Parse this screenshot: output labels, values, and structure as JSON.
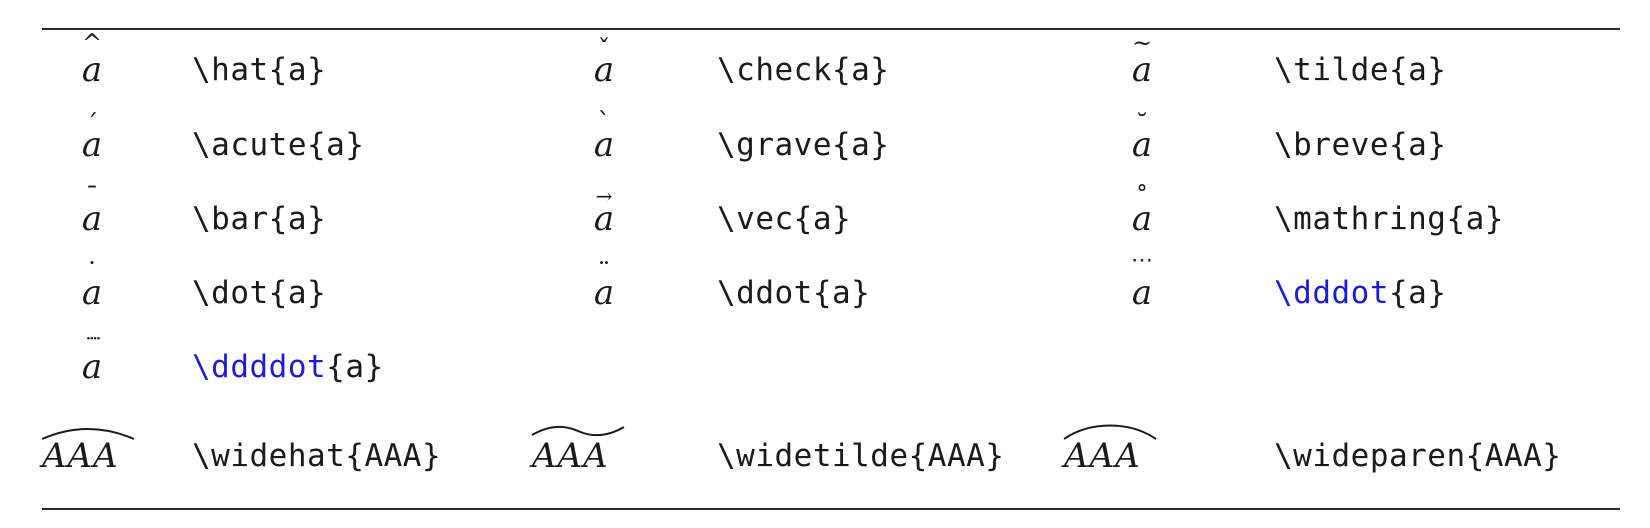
{
  "rows": [
    [
      {
        "symbol": "â",
        "base": "a",
        "accent": "hat",
        "cmd_prefix": "",
        "cmd_kw": "",
        "cmd": "\\hat{a}"
      },
      {
        "symbol": "ǎ",
        "base": "a",
        "accent": "check",
        "cmd_prefix": "",
        "cmd_kw": "",
        "cmd": "\\check{a}"
      },
      {
        "symbol": "ã",
        "base": "a",
        "accent": "tilde",
        "cmd_prefix": "",
        "cmd_kw": "",
        "cmd": "\\tilde{a}"
      }
    ],
    [
      {
        "symbol": "á",
        "base": "a",
        "accent": "acute",
        "cmd": "\\acute{a}"
      },
      {
        "symbol": "à",
        "base": "a",
        "accent": "grave",
        "cmd": "\\grave{a}"
      },
      {
        "symbol": "ă",
        "base": "a",
        "accent": "breve",
        "cmd": "\\breve{a}"
      }
    ],
    [
      {
        "symbol": "ā",
        "base": "a",
        "accent": "bar",
        "cmd": "\\bar{a}"
      },
      {
        "symbol": "a⃗",
        "base": "a",
        "accent": "vec",
        "cmd": "\\vec{a}"
      },
      {
        "symbol": "å",
        "base": "a",
        "accent": "mathring",
        "cmd": "\\mathring{a}"
      }
    ],
    [
      {
        "symbol": "ȧ",
        "base": "a",
        "accent": "dot",
        "cmd": "\\dot{a}"
      },
      {
        "symbol": "ä",
        "base": "a",
        "accent": "ddot",
        "cmd": "\\ddot{a}"
      },
      {
        "symbol": "a⃛",
        "base": "a",
        "accent": "dddot",
        "cmd_kw": "\\dddot",
        "cmd_rest": "{a}"
      }
    ],
    [
      {
        "symbol": "a⃜",
        "base": "a",
        "accent": "ddddot",
        "cmd_kw": "\\ddddot",
        "cmd_rest": "{a}"
      }
    ],
    [
      {
        "base": "AAA",
        "accent": "widehat",
        "cmd": "\\widehat{AAA}"
      },
      {
        "base": "AAA",
        "accent": "widetilde",
        "cmd": "\\widetilde{AAA}"
      },
      {
        "base": "AAA",
        "accent": "wideparen",
        "cmd": "\\wideparen{AAA}"
      }
    ]
  ],
  "accent_glyphs": {
    "hat": "^",
    "check": "ˇ",
    "tilde": "~",
    "acute": "´",
    "grave": "`",
    "breve": "˘",
    "bar": "¯",
    "vec": "→",
    "mathring": "˚",
    "dot": "˙",
    "ddot": "¨",
    "dddot": "⋯",
    "ddddot": "····"
  },
  "colors": {
    "text": "#1a1a1a",
    "keyword": "#1c1cd6",
    "rule": "#2a2a2a"
  }
}
